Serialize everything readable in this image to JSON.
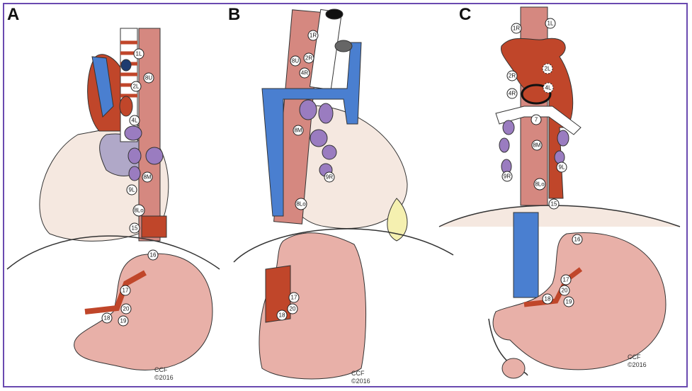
{
  "panels": [
    {
      "id": "A",
      "label": "A",
      "credit_line1": "CCF",
      "credit_line2": "©2016",
      "nodes": [
        "1L",
        "8U",
        "2L",
        "4L",
        "8M",
        "9L",
        "8Lo",
        "15",
        "16",
        "17",
        "20",
        "18",
        "19"
      ]
    },
    {
      "id": "B",
      "label": "B",
      "credit_line1": "CCF",
      "credit_line2": "©2016",
      "nodes": [
        "1R",
        "2R",
        "8U",
        "4R",
        "8M",
        "9R",
        "8Lo",
        "17",
        "20",
        "18"
      ]
    },
    {
      "id": "C",
      "label": "C",
      "credit_line1": "CCF",
      "credit_line2": "©2016",
      "nodes": [
        "1R",
        "1L",
        "2L",
        "2R",
        "4L",
        "4R",
        "7",
        "8M",
        "9L",
        "9R",
        "8Lo",
        "15",
        "16",
        "17",
        "20",
        "18",
        "19"
      ]
    }
  ],
  "colors": {
    "border": "#6a4ab0",
    "artery": "#c0462a",
    "vein": "#4a7fd0",
    "muscle": "#d58880",
    "heart": "#f5e8e0",
    "lymph_node": "#9a7cc0",
    "stomach": "#e8b0a8",
    "diaphragm": "#ffffff",
    "outline": "#333333"
  }
}
